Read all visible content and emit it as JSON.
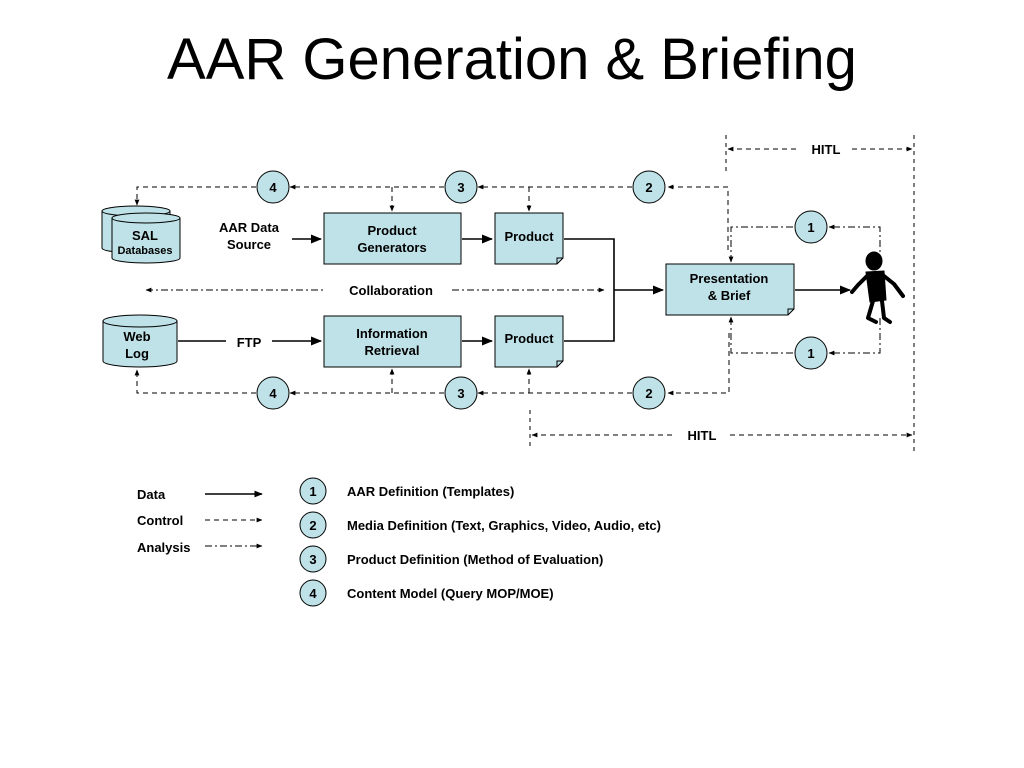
{
  "title": "AAR Generation & Briefing",
  "colors": {
    "box_fill": "#bfe2e8",
    "stroke": "#000000",
    "background": "#ffffff"
  },
  "nodes": {
    "sal": {
      "line1": "SAL",
      "line2": "Databases"
    },
    "aar_source": {
      "line1": "AAR Data",
      "line2": "Source"
    },
    "product_generators": {
      "line1": "Product",
      "line2": "Generators"
    },
    "product_top": "Product",
    "web_log": {
      "line1": "Web",
      "line2": "Log"
    },
    "ftp": "FTP",
    "information_retrieval": {
      "line1": "Information",
      "line2": "Retrieval"
    },
    "product_bottom": "Product",
    "presentation": {
      "line1": "Presentation",
      "line2": "& Brief"
    },
    "collaboration": "Collaboration",
    "person_icon": "stick-figure-person-icon"
  },
  "hitl": {
    "top": "HITL",
    "bottom": "HITL"
  },
  "badges": {
    "top4": "4",
    "top3": "3",
    "top2": "2",
    "top1": "1",
    "bottom4": "4",
    "bottom3": "3",
    "bottom2": "2",
    "bottom1": "1"
  },
  "line_legend": [
    {
      "label": "Data",
      "style": "solid"
    },
    {
      "label": "Control",
      "style": "dashed"
    },
    {
      "label": "Analysis",
      "style": "dash-dot"
    }
  ],
  "number_legend": [
    {
      "number": "1",
      "text": "AAR Definition (Templates)"
    },
    {
      "number": "2",
      "text": "Media Definition (Text, Graphics, Video, Audio, etc)"
    },
    {
      "number": "3",
      "text": "Product Definition (Method of Evaluation)"
    },
    {
      "number": "4",
      "text": "Content Model (Query MOP/MOE)"
    }
  ]
}
